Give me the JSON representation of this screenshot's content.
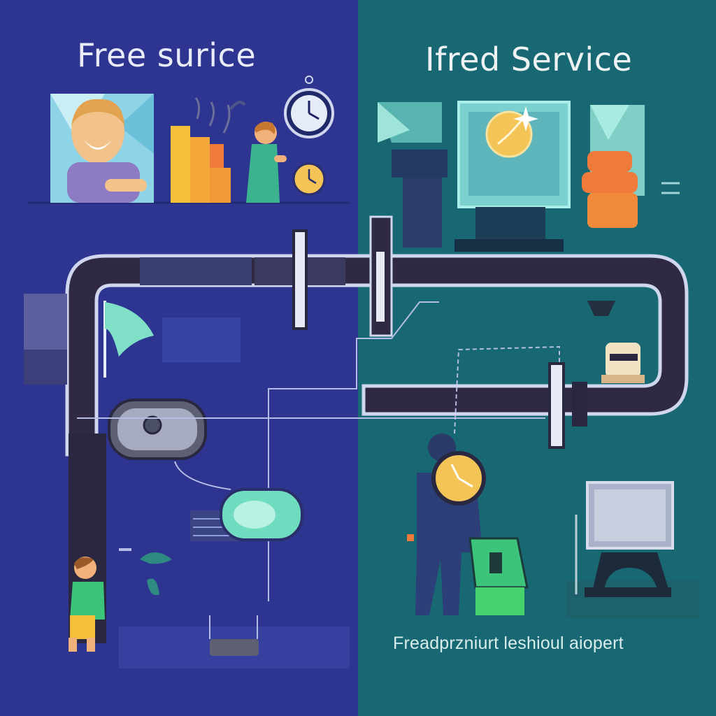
{
  "left_panel": {
    "heading": "Free surice",
    "color": "#2d3591"
  },
  "right_panel": {
    "heading": "Ifred Service",
    "caption": "Freadprzniurt leshioul aiopert",
    "color": "#1b6e78"
  },
  "accent_colors": {
    "pipe": "#2f2944",
    "pipe_rim": "#cfd6ee",
    "clock_face": "#f4c457",
    "orange": "#ef7a3a",
    "teal_highlight": "#8fe6d6",
    "green": "#3bc47a"
  },
  "icons": [
    "smiling-person-portrait",
    "bar-chart-icon",
    "clock-icon",
    "computer-monitor-icon",
    "valve-icon",
    "cloud-icon",
    "flag-icon"
  ]
}
